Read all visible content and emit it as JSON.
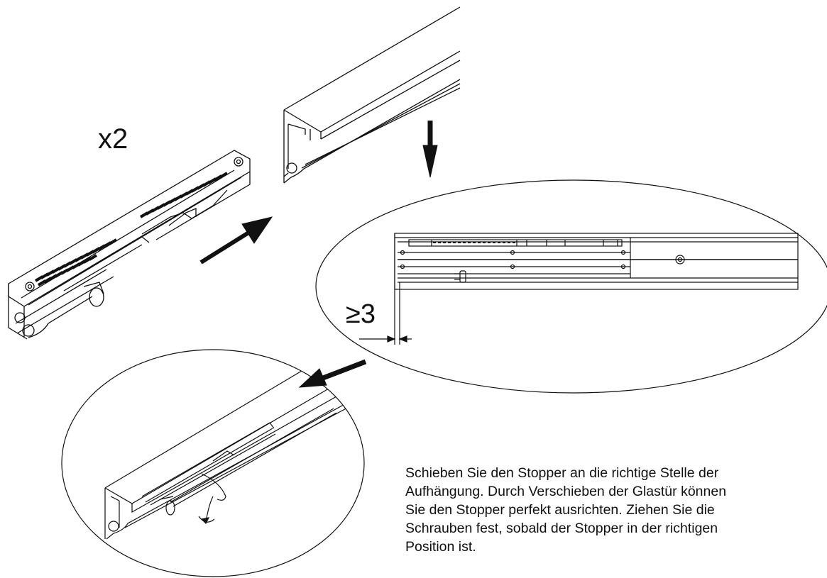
{
  "labels": {
    "quantity": "x2",
    "min_gap": "≥3"
  },
  "instruction": {
    "lines": [
      "Schieben Sie den Stopper an die richtige Stelle der",
      "Aufhängung. Durch Verschieben der Glastür können",
      "Sie den Stopper perfekt ausrichten. Ziehen Sie die",
      "Schrauben fest, sobald der Stopper in der richtigen",
      "Position ist."
    ]
  },
  "colors": {
    "line": "#111111",
    "background": "#ffffff"
  }
}
